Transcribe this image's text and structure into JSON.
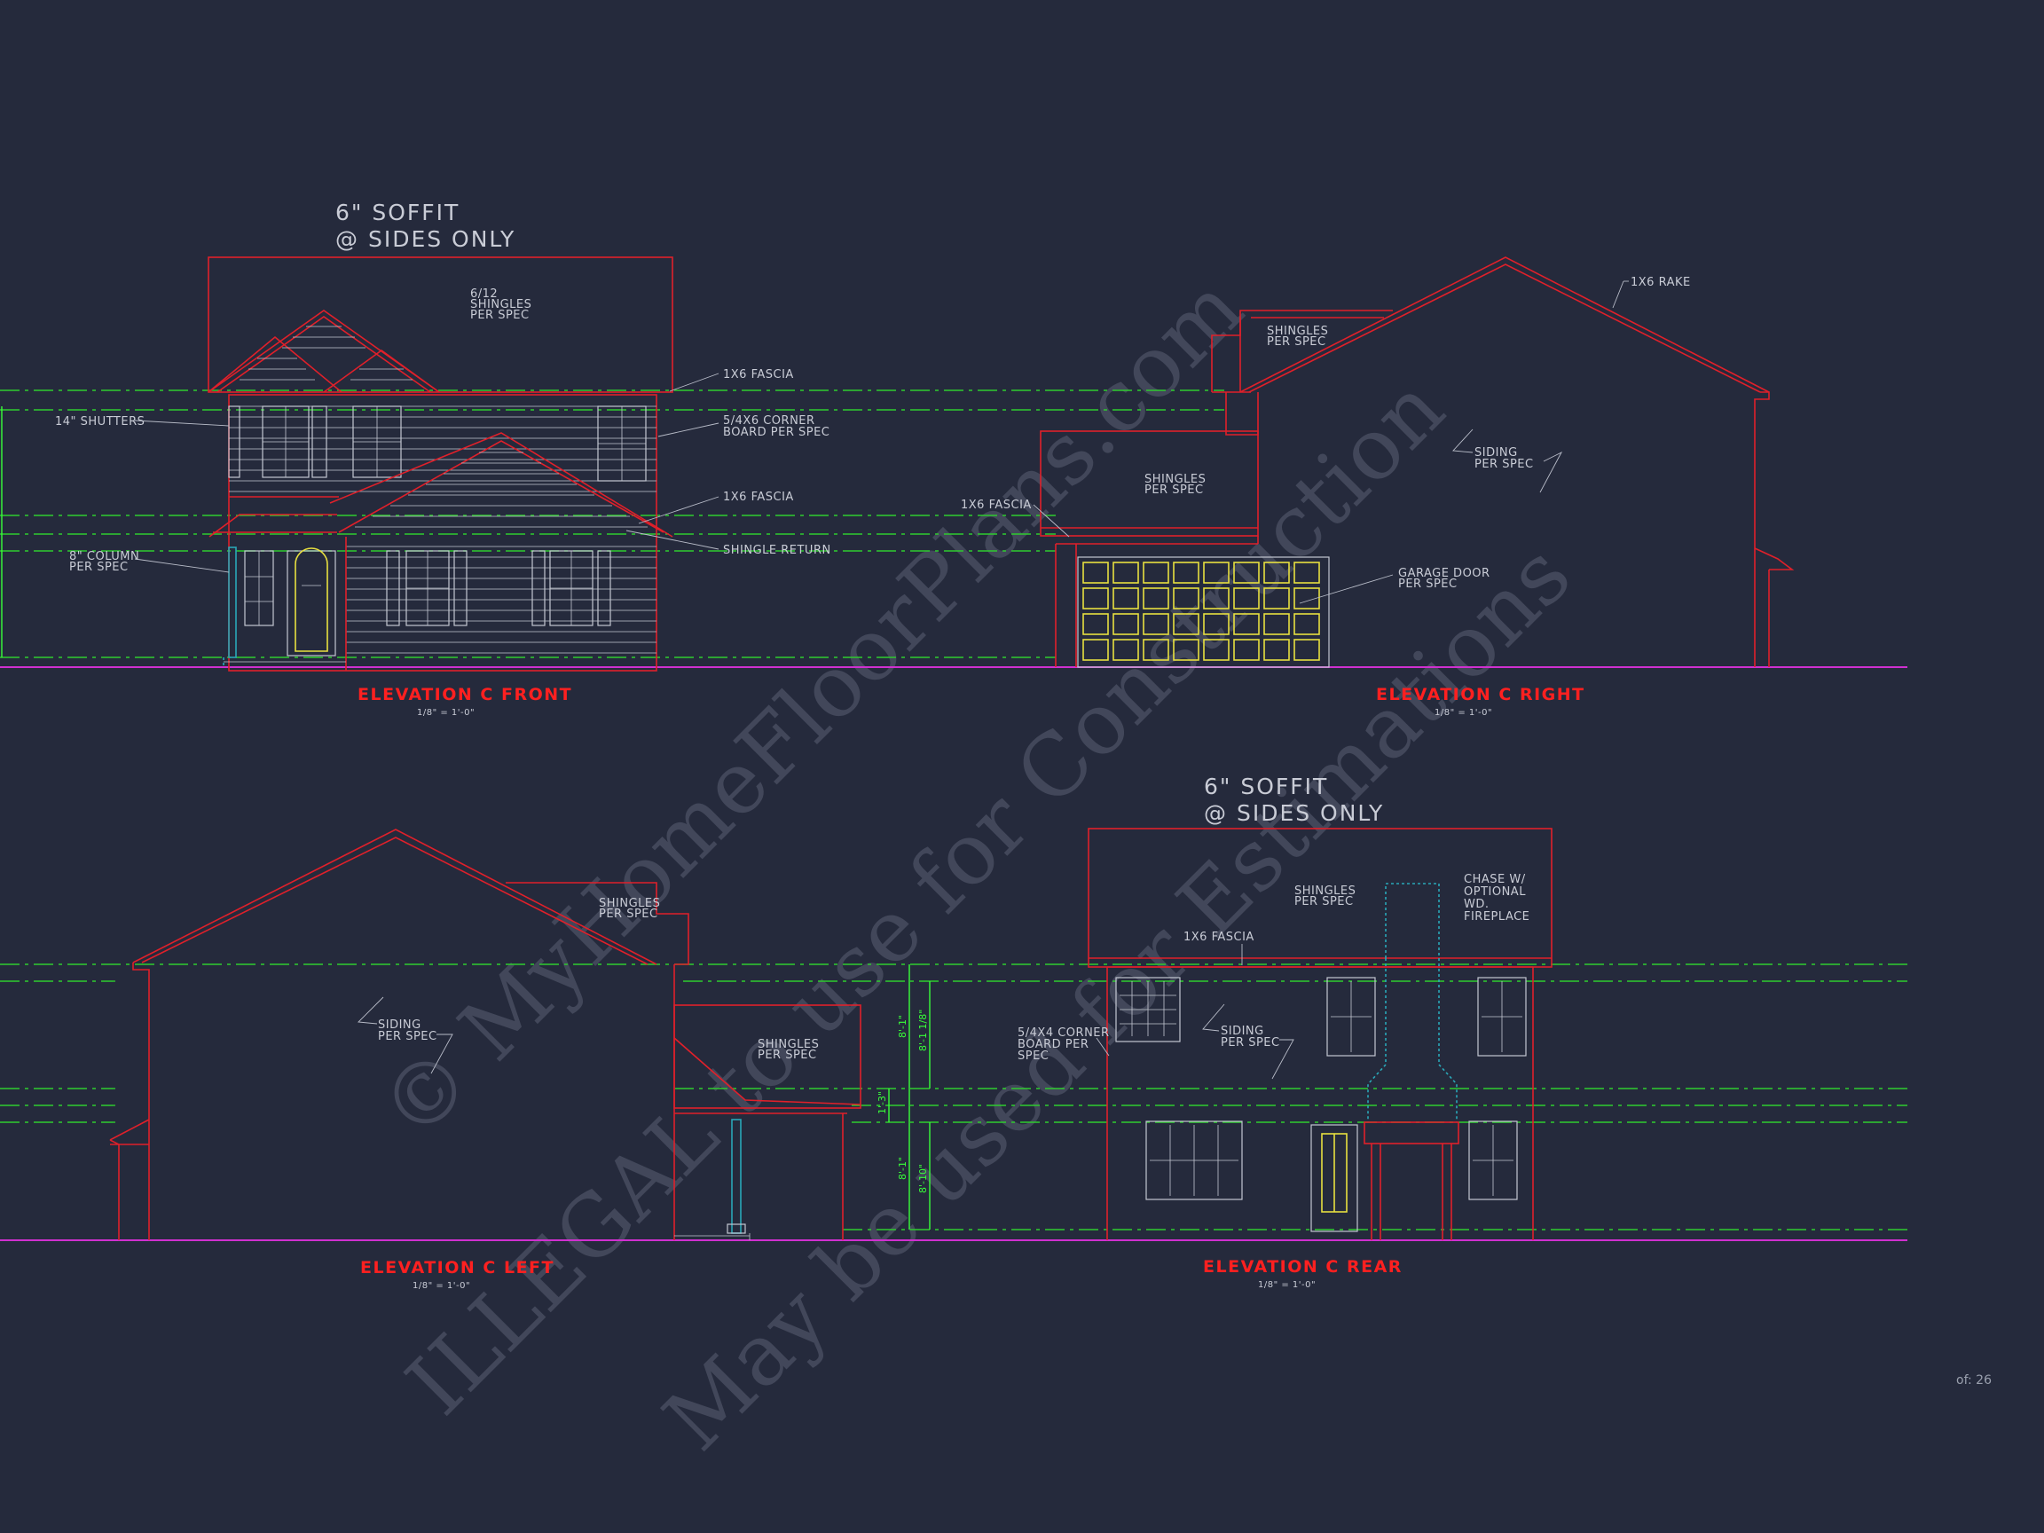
{
  "drawing": {
    "front": {
      "title": "ELEVATION C FRONT",
      "scale": "1/8\" = 1'-0\"",
      "soffit_line1": "6\" SOFFIT",
      "soffit_line2": "@ SIDES ONLY",
      "notes": {
        "pitch": "6/12",
        "shingles1": "SHINGLES",
        "shingles2": "PER SPEC",
        "fascia_upper": "1X6 FASCIA",
        "corner_board1": "5/4X6 CORNER",
        "corner_board2": "BOARD PER SPEC",
        "fascia_lower": "1X6 FASCIA",
        "shingle_return": "SHINGLE RETURN",
        "shutters": "14\" SHUTTERS",
        "column1": "8\" COLUMN",
        "column2": "PER SPEC"
      }
    },
    "right": {
      "title": "ELEVATION C RIGHT",
      "scale": "1/8\" = 1'-0\"",
      "notes": {
        "rake": "1X6 RAKE",
        "shingles1": "SHINGLES",
        "shingles2": "PER SPEC",
        "siding1": "SIDING",
        "siding2": "PER SPEC",
        "garage_shingles1": "SHINGLES",
        "garage_shingles2": "PER SPEC",
        "fascia": "1X6 FASCIA",
        "garage_door1": "GARAGE DOOR",
        "garage_door2": "PER SPEC"
      }
    },
    "left": {
      "title": "ELEVATION C LEFT",
      "scale": "1/8\" = 1'-0\"",
      "notes": {
        "shingles1": "SHINGLES",
        "shingles2": "PER SPEC",
        "siding1": "SIDING",
        "siding2": "PER SPEC",
        "porch_shingles1": "SHINGLES",
        "porch_shingles2": "PER SPEC"
      },
      "dims": {
        "upper": "8'-1\"",
        "upper_b": "8'-1 1/8\"",
        "mid": "1'-3\"",
        "lower": "8'-1\"",
        "lower_b": "8'-10\""
      }
    },
    "rear": {
      "title": "ELEVATION C REAR",
      "scale": "1/8\" = 1'-0\"",
      "soffit_line1": "6\" SOFFIT",
      "soffit_line2": "@ SIDES ONLY",
      "notes": {
        "shingles1": "SHINGLES",
        "shingles2": "PER SPEC",
        "chase1": "CHASE W/",
        "chase2": "OPTIONAL",
        "chase3": "WD.",
        "chase4": "FIREPLACE",
        "fascia": "1X6 FASCIA",
        "corner1": "5/4X4 CORNER",
        "corner2": "BOARD PER",
        "corner3": "SPEC",
        "siding1": "SIDING",
        "siding2": "PER SPEC"
      }
    },
    "watermark": {
      "line1": "© MyHomeFloorPlans.com",
      "line2": "ILLEGAL to use for Construction",
      "line3": "May be used for Estimations"
    },
    "page_label": "of: 26",
    "colors": {
      "background": "#252a3c",
      "outline": "#e0202a",
      "level_lines": "#2ecc2e",
      "grade_line": "#d030d0",
      "titles": "#ff2020",
      "glazing": "#e8e040"
    }
  }
}
